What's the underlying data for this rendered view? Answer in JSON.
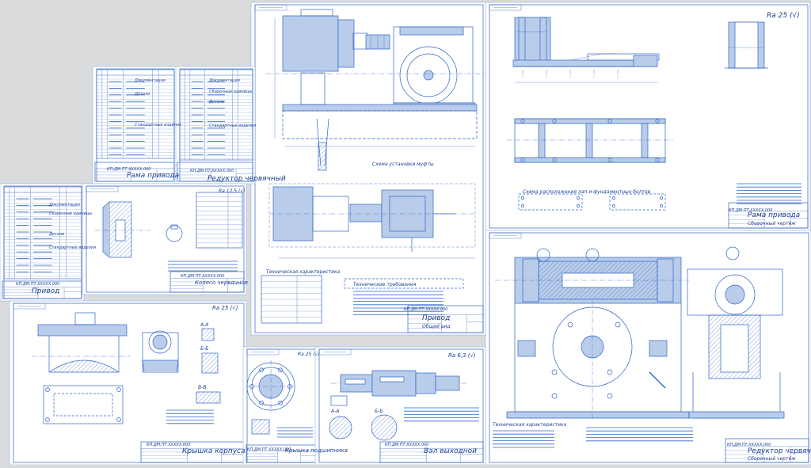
{
  "colors": {
    "background": "#d9dbdd",
    "sheet": "#ffffff",
    "line": "#2f63c6",
    "fill": "#b9cdea",
    "text": "#1a3f8f"
  },
  "drawing_code": "КП.ДМ.ПТ.ХХХХХ.000",
  "rough_general": "Ra 25 (√)",
  "sheets": {
    "assembly_drive": {
      "title": "Привод",
      "subtitle": "Общий вид",
      "char_heading": "Техническая характеристика",
      "req_heading": "Технические требования"
    },
    "frame": {
      "title": "Рама привода",
      "subtitle": "Сборочный чертёж",
      "rough": "Ra 25 (√)"
    },
    "reducer_assembly": {
      "title": "Редуктор червячный",
      "subtitle": "Сборочный чертёж",
      "char_heading": "Техническая характеристика"
    },
    "housing": {
      "title": "Крышка корпуса",
      "rough": "Ra 25 (√)",
      "view_a": "А-А",
      "view_b": "Б-Б",
      "view_v": "В-В"
    },
    "cover": {
      "title": "Крышка подшипника",
      "rough": "Ra 25 (√)"
    },
    "shaft": {
      "title": "Вал выходной",
      "rough": "Ra 6,3 (√)",
      "section_a": "А-А",
      "section_b": "Б-Б"
    },
    "wheel": {
      "title": "Колесо червячное",
      "rough": "Ra 12,5 (√)"
    },
    "spec_left": {
      "title": "Привод",
      "sections": [
        "Документация",
        "Сборочные единицы",
        "Детали",
        "Стандартные изделия"
      ]
    },
    "spec_frame": {
      "title": "Рама привода",
      "sections": [
        "Документация",
        "Детали",
        "Стандартные изделия"
      ]
    },
    "spec_reducer": {
      "title": "Редуктор червячный",
      "sections": [
        "Документация",
        "Сборочные единицы",
        "Детали",
        "Стандартные изделия"
      ]
    }
  },
  "notes": {
    "note_frame": "Схема расположения лап и фундаментных болтов",
    "note_coupling": "Схема установки муфты"
  }
}
